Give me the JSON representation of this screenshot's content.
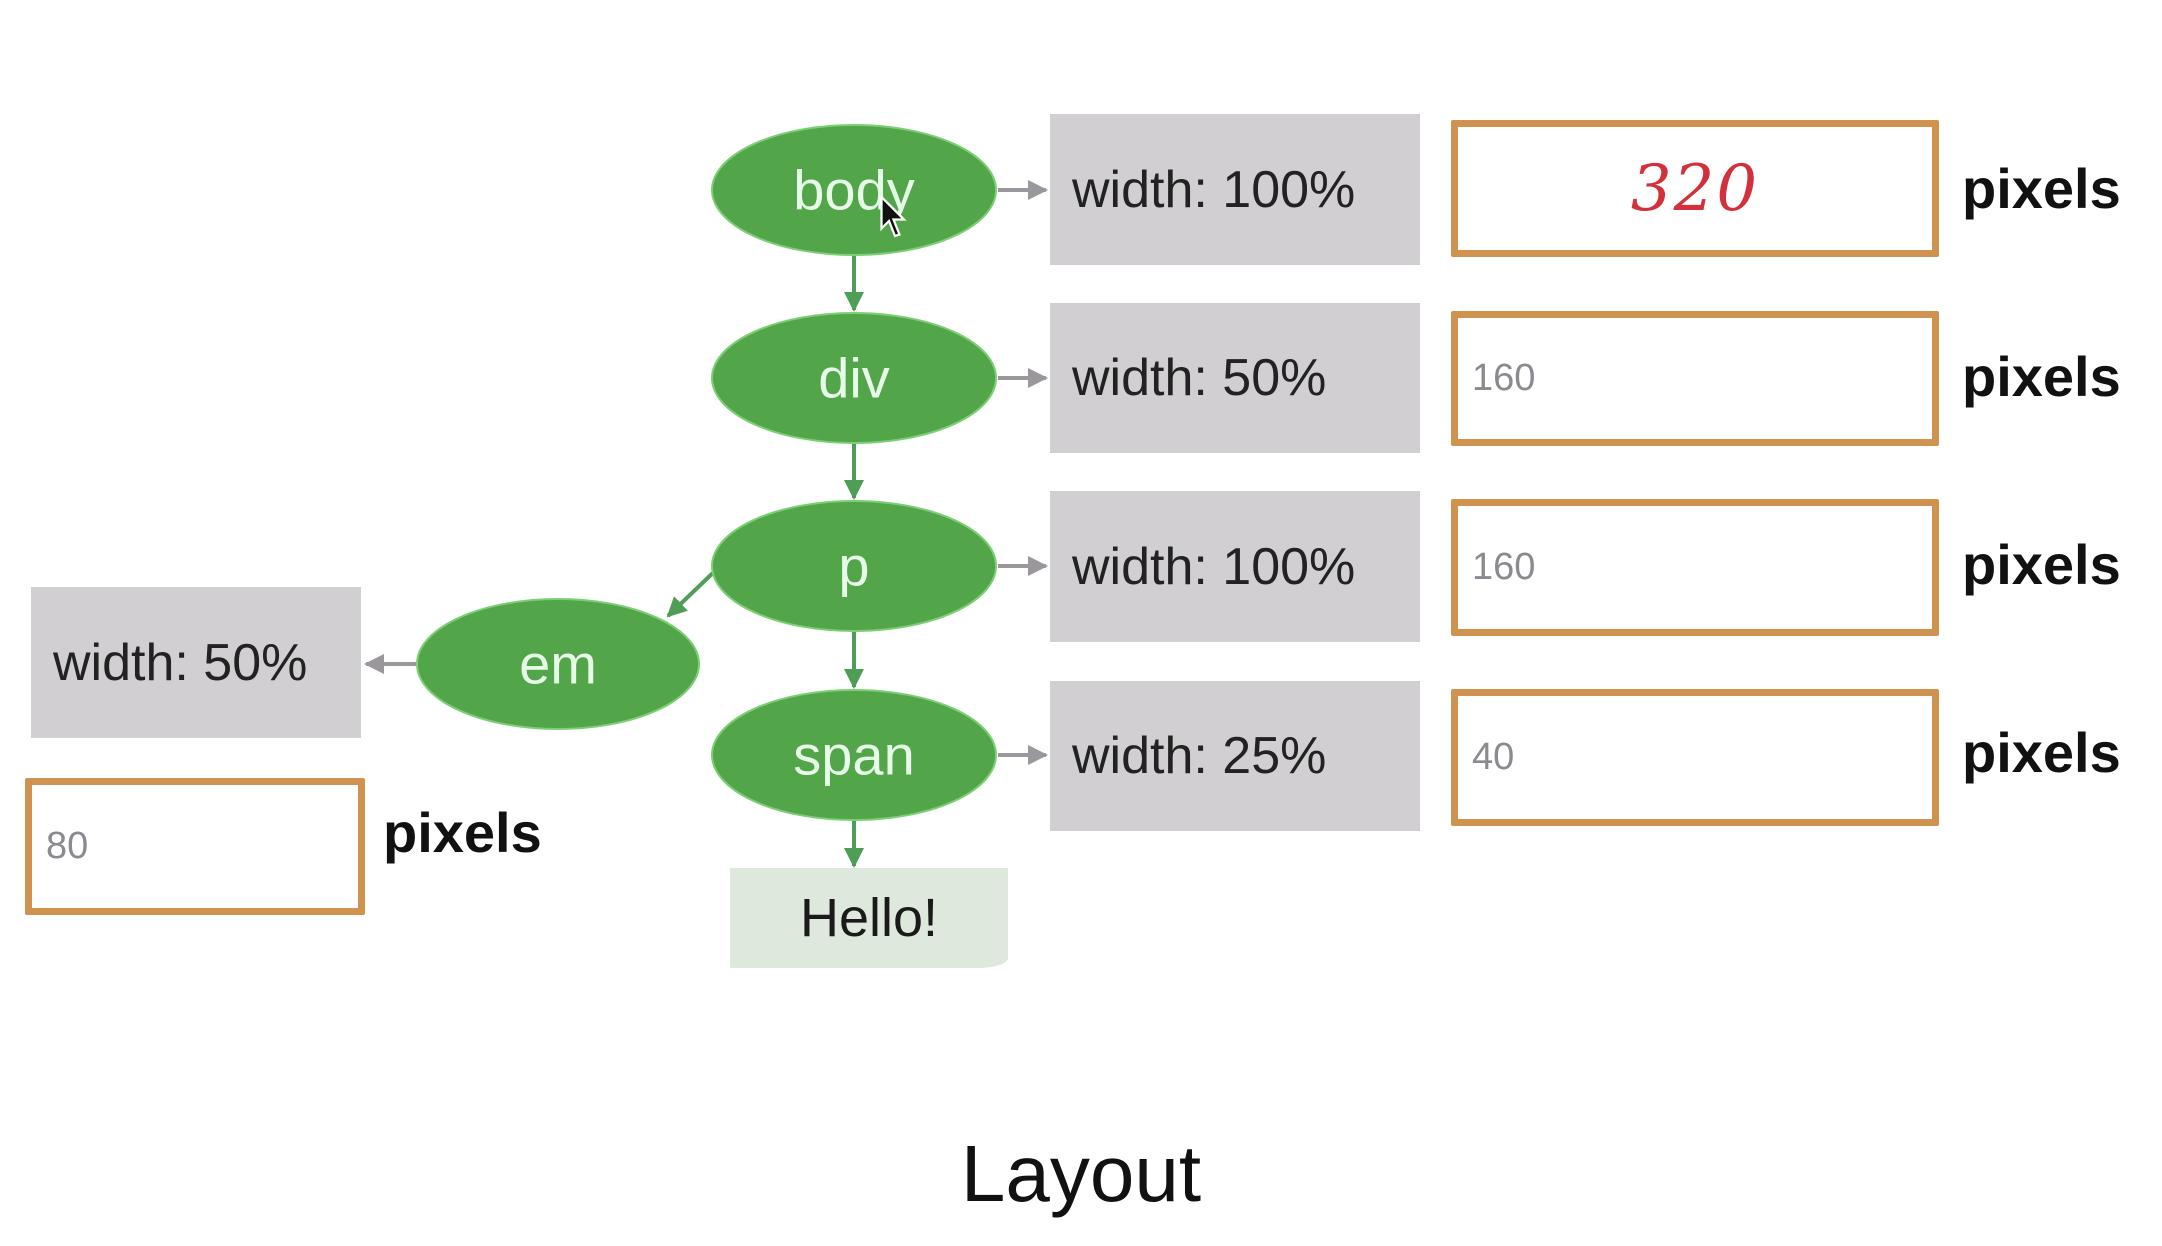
{
  "caption": "Layout",
  "colors": {
    "node_fill": "#52a549",
    "node_text": "#e6fbe8",
    "tree_arrow": "#4f9e57",
    "prop_arrow": "#9a989c",
    "prop_box": "#d1cfd2",
    "value_border": "#cf924f",
    "handwritten_value": "#d2303a",
    "text_node_fill": "#dfe8dc"
  },
  "nodes": [
    {
      "id": "body",
      "label": "body",
      "property": "width: 100%",
      "value": "320",
      "value_style": "handwritten",
      "unit": "pixels"
    },
    {
      "id": "div",
      "label": "div",
      "property": "width: 50%",
      "value": "160",
      "value_style": "typed",
      "unit": "pixels"
    },
    {
      "id": "p",
      "label": "p",
      "property": "width: 100%",
      "value": "160",
      "value_style": "typed",
      "unit": "pixels"
    },
    {
      "id": "span",
      "label": "span",
      "property": "width: 25%",
      "value": "40",
      "value_style": "typed",
      "unit": "pixels"
    },
    {
      "id": "em",
      "label": "em",
      "property": "width: 50%",
      "value": "80",
      "value_style": "typed",
      "unit": "pixels"
    }
  ],
  "edges": [
    {
      "from": "body",
      "to": "div"
    },
    {
      "from": "div",
      "to": "p"
    },
    {
      "from": "p",
      "to": "span"
    },
    {
      "from": "p",
      "to": "em"
    },
    {
      "from": "span",
      "to": "text"
    }
  ],
  "text_node": {
    "label": "Hello!"
  },
  "cursor": {
    "icon": "mouse-pointer-icon",
    "over": "body"
  }
}
